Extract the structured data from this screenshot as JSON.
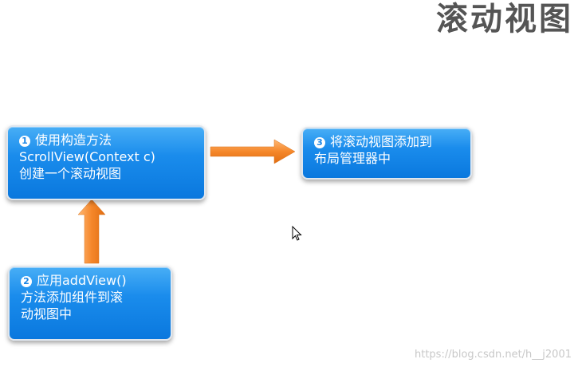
{
  "title": "滚动视图",
  "steps": [
    {
      "number": "1",
      "lines": [
        "使用构造方法",
        "ScrollView(Context c)",
        "创建一个滚动视图"
      ]
    },
    {
      "number": "2",
      "lines": [
        "应用addView()",
        "方法添加组件到滚",
        "动视图中"
      ]
    },
    {
      "number": "3",
      "lines": [
        "将滚动视图添加到",
        "布局管理器中"
      ]
    }
  ],
  "watermark": "https://blog.csdn.net/h__j2001",
  "colors": {
    "box": "#1a8cec",
    "arrow": "#f5872a",
    "title": "#555555"
  }
}
